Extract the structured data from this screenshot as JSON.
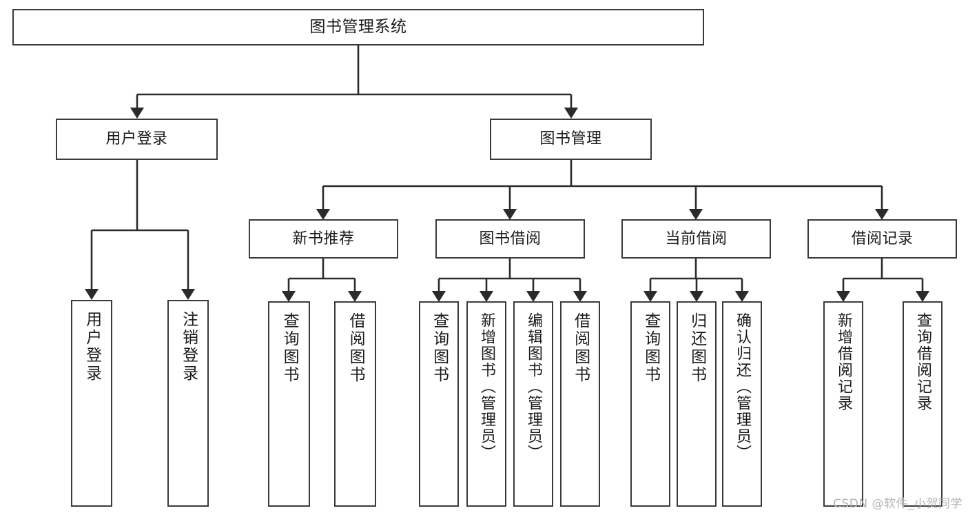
{
  "diagram": {
    "title": "图书管理系统",
    "type": "tree",
    "theme": {
      "box_border": "#3a3a3a",
      "box_fill": "#ffffff",
      "edge_color": "#2b2b2b",
      "text_color": "#1b1b1b",
      "watermark_color": "#b4b4b4",
      "background": "#ffffff"
    },
    "root": {
      "label": "图书管理系统",
      "orientation": "horizontal"
    },
    "level2": [
      {
        "label": "用户登录",
        "orientation": "horizontal"
      },
      {
        "label": "图书管理",
        "orientation": "horizontal"
      }
    ],
    "level3": [
      {
        "label": "新书推荐",
        "orientation": "horizontal"
      },
      {
        "label": "图书借阅",
        "orientation": "horizontal"
      },
      {
        "label": "当前借阅",
        "orientation": "horizontal"
      },
      {
        "label": "借阅记录",
        "orientation": "horizontal"
      }
    ],
    "leaves": {
      "user_login": [
        {
          "label": "用户登录",
          "orientation": "vertical"
        },
        {
          "label": "注销登录",
          "orientation": "vertical"
        }
      ],
      "new_book_recommend": [
        {
          "label": "查询图书",
          "orientation": "vertical"
        },
        {
          "label": "借阅图书",
          "orientation": "vertical"
        }
      ],
      "book_borrow": [
        {
          "label": "查询图书",
          "orientation": "vertical"
        },
        {
          "label": "新增图书（管理员）",
          "orientation": "vertical"
        },
        {
          "label": "编辑图书（管理员）",
          "orientation": "vertical"
        },
        {
          "label": "借阅图书",
          "orientation": "vertical"
        }
      ],
      "current_borrow": [
        {
          "label": "查询图书",
          "orientation": "vertical"
        },
        {
          "label": "归还图书",
          "orientation": "vertical"
        },
        {
          "label": "确认归还（管理员）",
          "orientation": "vertical"
        }
      ],
      "borrow_records": [
        {
          "label": "新增借阅记录",
          "orientation": "vertical"
        },
        {
          "label": "查询借阅记录",
          "orientation": "vertical"
        }
      ]
    },
    "watermark": "CSDN @软件_小贺同学"
  }
}
